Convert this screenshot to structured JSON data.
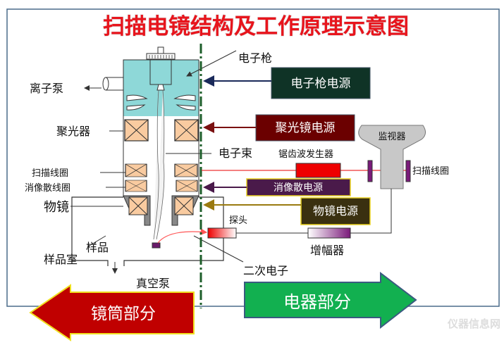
{
  "title": "扫描电镜结构及工作原理示意图",
  "labels": {
    "electron_gun": "电子枪",
    "ion_pump": "离子泵",
    "condenser": "聚光器",
    "electron_beam": "电子束",
    "scan_coil_left": "扫描线圈",
    "stigmator_coil": "消像散线圈",
    "objective": "物镜",
    "sample": "样品",
    "sample_chamber": "样品室",
    "vacuum_pump": "真空泵",
    "secondary_electron": "二次电子",
    "sawtooth_generator": "锯齿波发生器",
    "scan_coil_right": "扫描线圈",
    "monitor": "监视器",
    "probe": "探头",
    "amplifier": "增幅器"
  },
  "power_boxes": {
    "gun_power": "电子枪电源",
    "condenser_power": "聚光镜电源",
    "stigmator_power": "消像散电源",
    "objective_power": "物镜电源"
  },
  "arrows": {
    "column_part": "镜筒部分",
    "electrical_part": "电器部分"
  },
  "watermark": "仪器信息网",
  "colors": {
    "title": "#e8141c",
    "gun_chamber": "#8ed8d8",
    "coil": "#f9cba0",
    "gun_power_box": "#0f3326",
    "condenser_power_box": "#6b0000",
    "stigmator_power_box": "#4a1a4a",
    "objective_power_box": "#3a3010",
    "column_arrow": "#c00000",
    "electrical_arrow": "#12b050",
    "divider": "#1d5e2a"
  }
}
